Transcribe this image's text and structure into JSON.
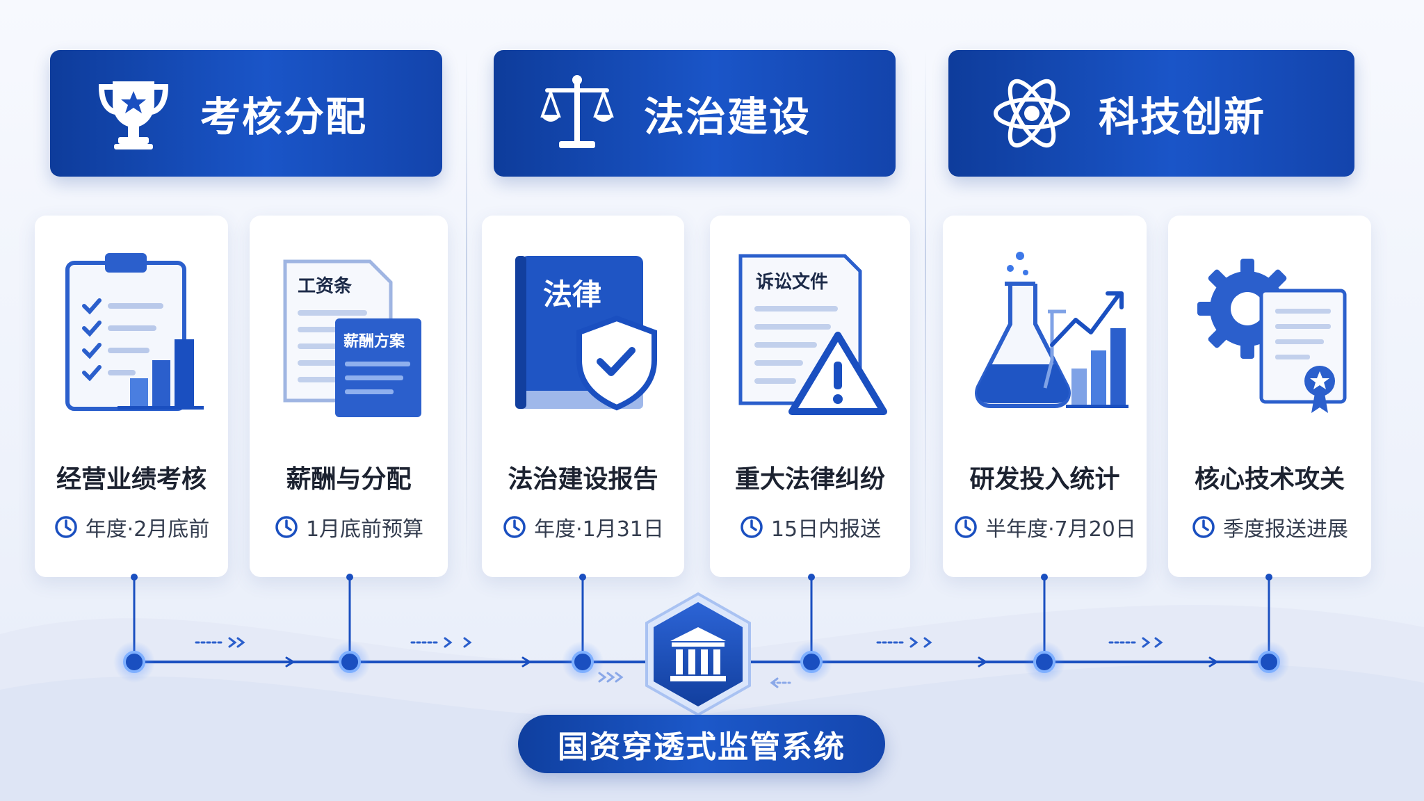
{
  "banners": [
    {
      "title": "考核分配",
      "icon": "trophy-icon"
    },
    {
      "title": "法治建设",
      "icon": "scales-icon"
    },
    {
      "title": "科技创新",
      "icon": "atom-icon"
    }
  ],
  "cards": [
    {
      "title": "经营业绩考核",
      "meta": "年度·2月底前",
      "icon": "clipboard-chart-icon"
    },
    {
      "title": "薪酬与分配",
      "meta": "1月底前预算",
      "icon": "salary-documents-icon",
      "doc_label_1": "工资条",
      "doc_label_2": "薪酬方案"
    },
    {
      "title": "法治建设报告",
      "meta": "年度·1月31日",
      "icon": "law-book-shield-icon",
      "book_label": "法律"
    },
    {
      "title": "重大法律纠纷",
      "meta": "15日内报送",
      "icon": "litigation-warning-icon",
      "doc_label": "诉讼文件"
    },
    {
      "title": "研发投入统计",
      "meta": "半年度·7月20日",
      "icon": "flask-growth-icon"
    },
    {
      "title": "核心技术攻关",
      "meta": "季度报送进展",
      "icon": "gear-certificate-icon"
    }
  ],
  "hub": {
    "label": "国资穿透式监管系统",
    "icon": "institution-icon"
  },
  "colors": {
    "primary": "#1a4fc0",
    "dark": "#0e3c9b",
    "accent": "#3d78e8"
  }
}
